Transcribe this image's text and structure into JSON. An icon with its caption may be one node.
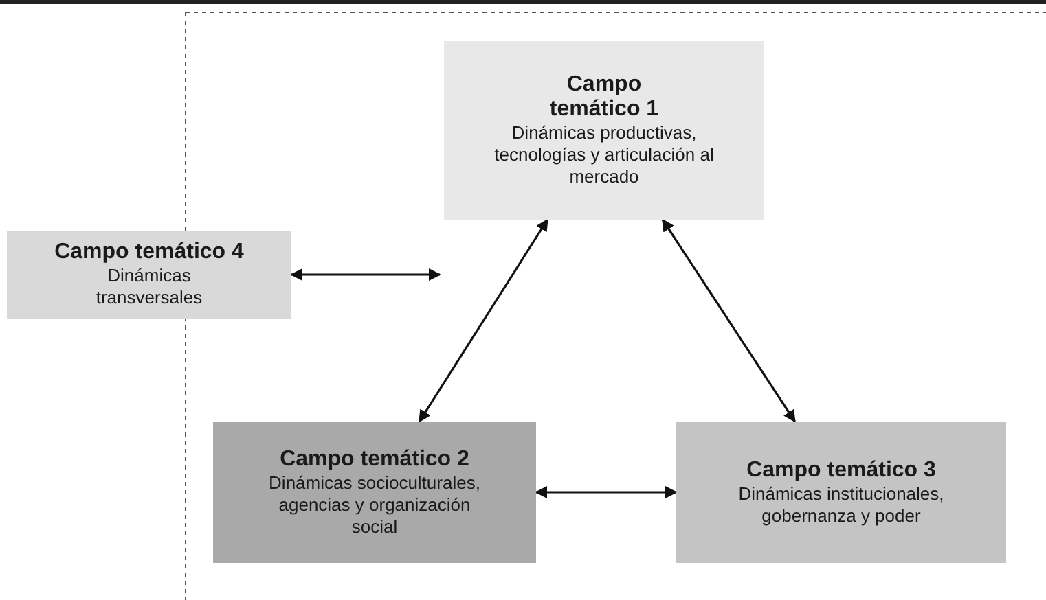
{
  "diagram": {
    "nodes": [
      {
        "text": [
          "Campo temático 1",
          "Dinámicas productivas, tecnologías y articulación al mercado"
        ]
      },
      {
        "text": [
          "Campo temático 4",
          "Dinámicas transversales"
        ]
      },
      {
        "text": [
          "Campo temático 2",
          "Dinámicas socioculturales, agencias y organización social"
        ]
      },
      {
        "text": [
          "Campo temático 3",
          "Dinámicas institucionales, gobernanza y poder"
        ]
      }
    ],
    "edges": [
      {
        "from": 1,
        "to": null,
        "arrow": "both"
      },
      {
        "from": 0,
        "to": 2,
        "arrow": "both"
      },
      {
        "from": 0,
        "to": 3,
        "arrow": "both"
      },
      {
        "from": 2,
        "to": 3,
        "arrow": "both"
      }
    ]
  }
}
